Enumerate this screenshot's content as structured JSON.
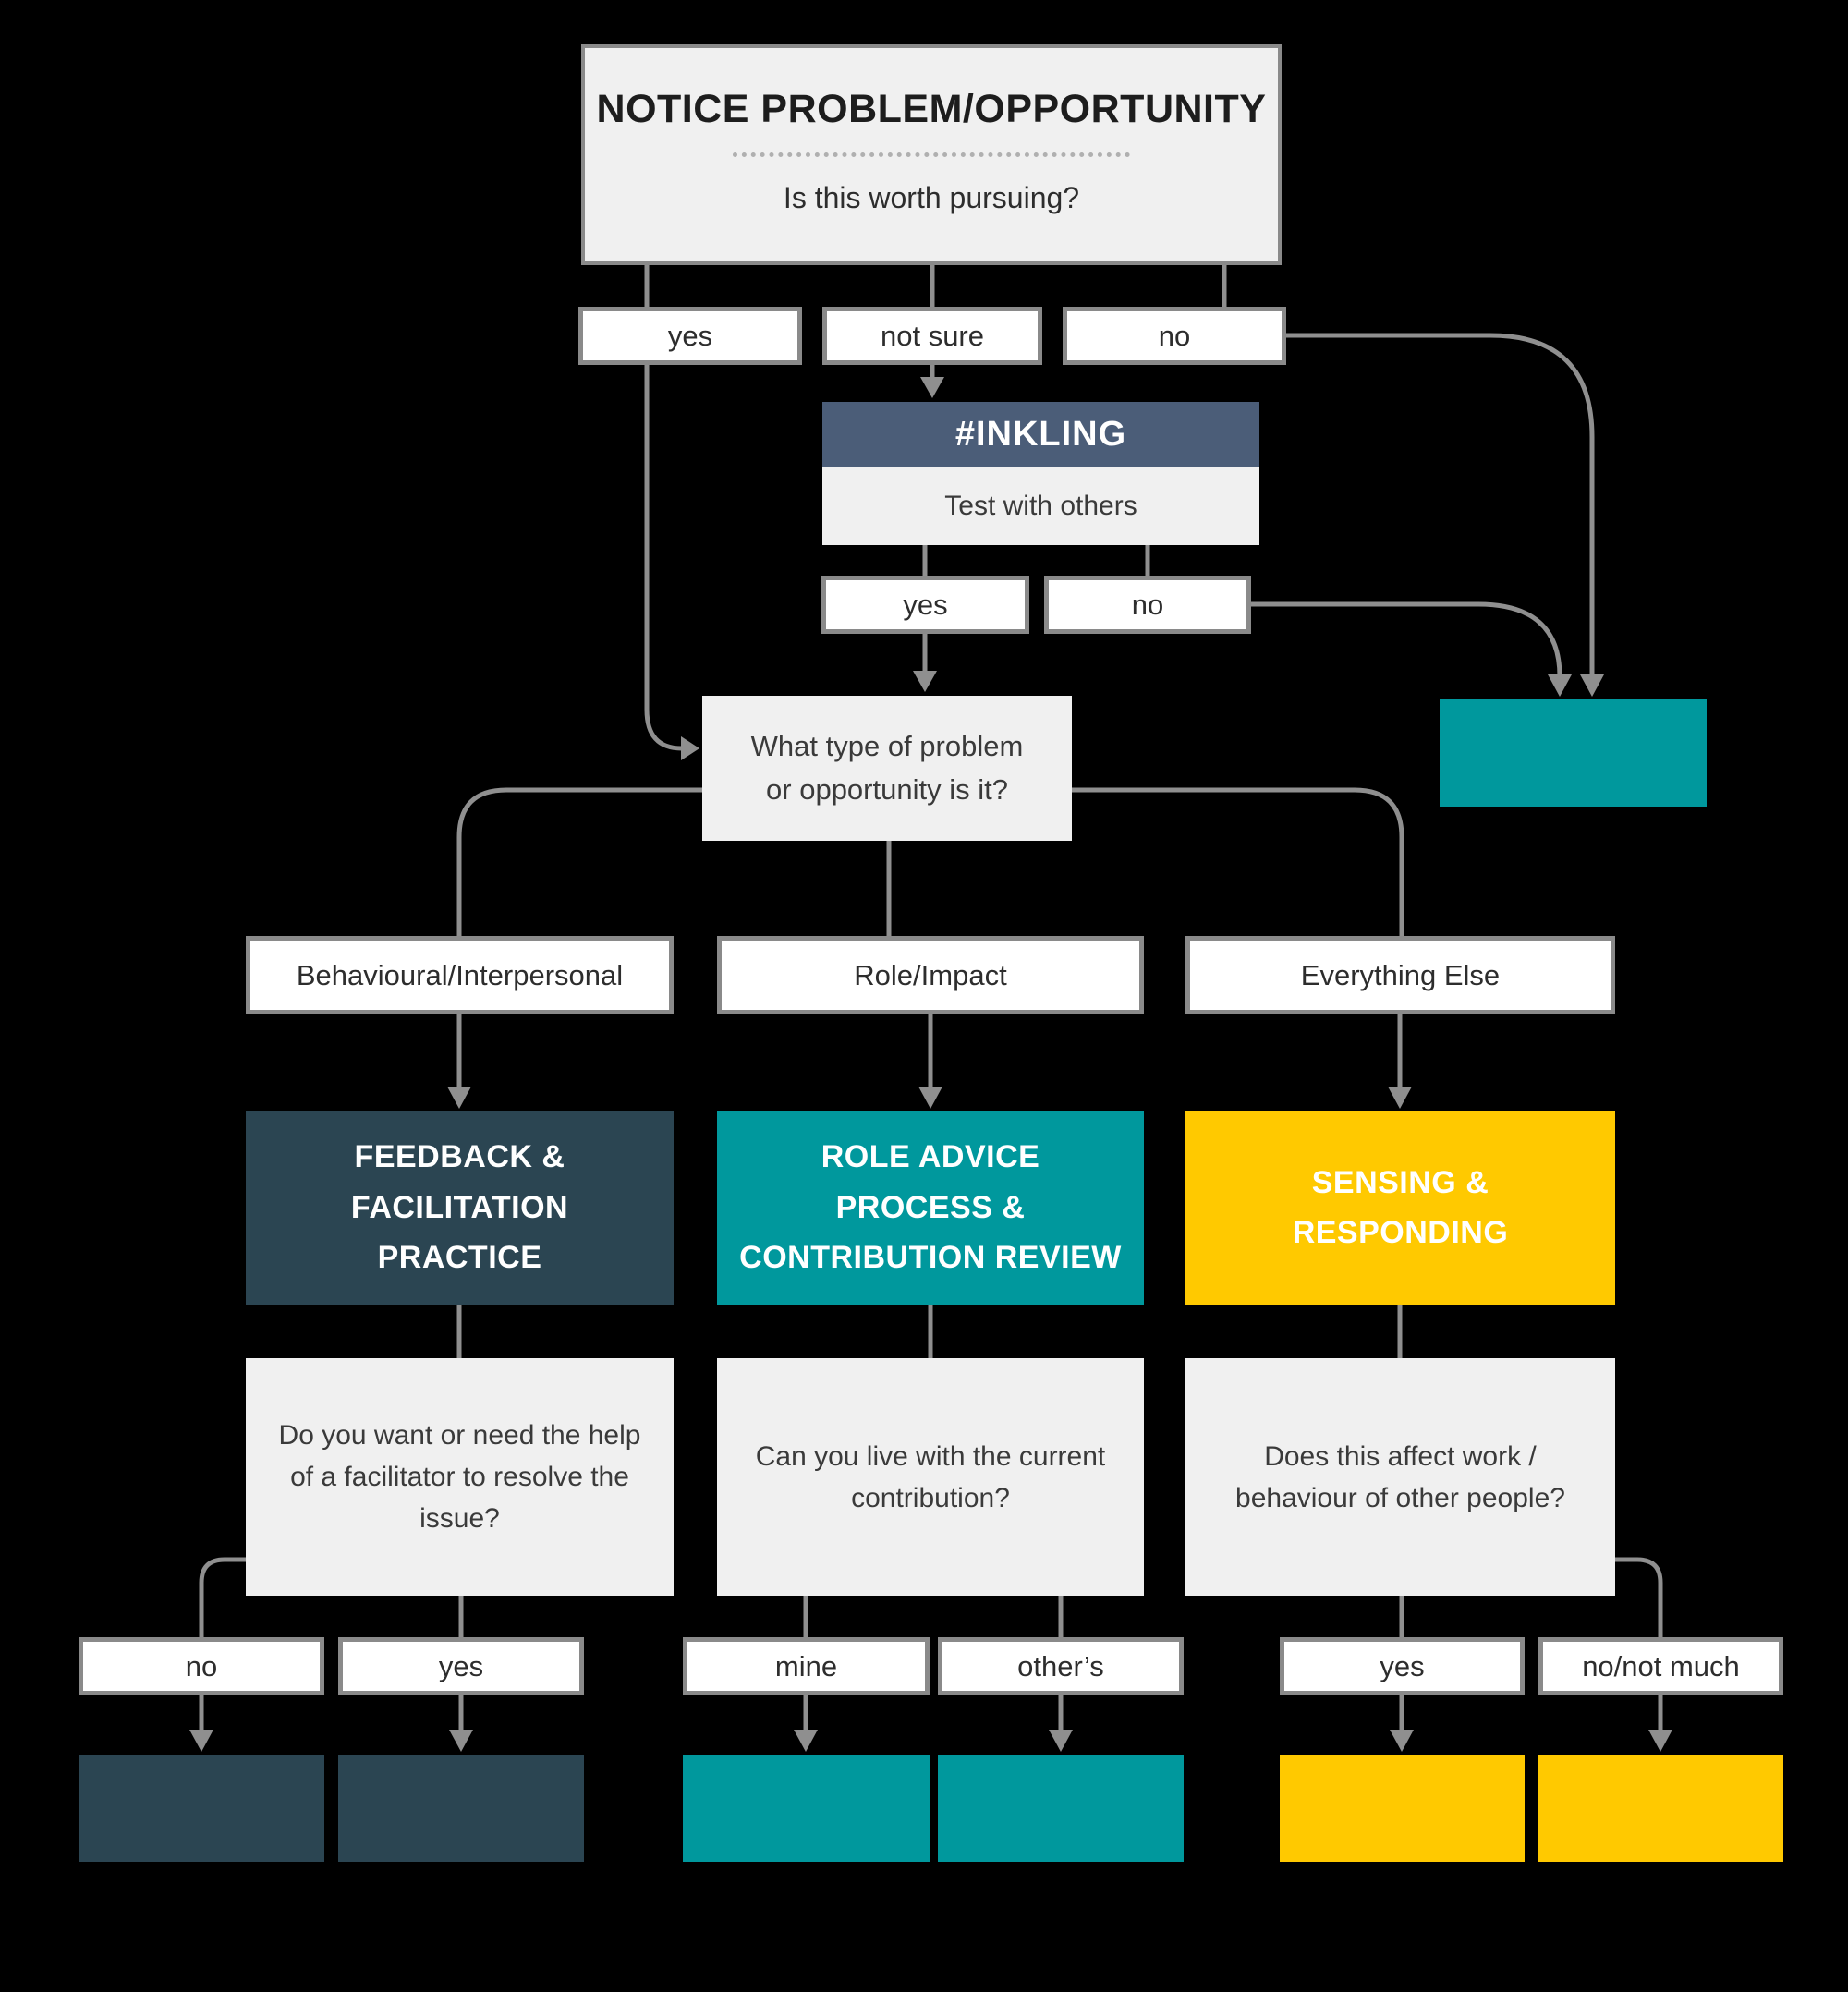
{
  "colors": {
    "bg": "#000000",
    "light": "#f0f0f0",
    "white": "#ffffff",
    "border": "#8a8a8a",
    "line": "#8f8f8f",
    "inkling": "#4b5d78",
    "slate": "#2b4552",
    "teal": "#00989d",
    "yellow": "#ffc900",
    "textdark": "#2d2d2d",
    "textwhite": "#ffffff"
  },
  "start": {
    "title": "NOTICE PROBLEM/OPPORTUNITY",
    "question": "Is this worth pursuing?"
  },
  "row1": {
    "yes": "yes",
    "not_sure": "not sure",
    "no": "no"
  },
  "inkling": {
    "title": "#INKLING",
    "subtitle": "Test with others"
  },
  "row2": {
    "yes": "yes",
    "no": "no"
  },
  "type_question": {
    "line1": "What type of problem",
    "line2": "or opportunity is it?"
  },
  "categories": {
    "behavioural": "Behavioural/Interpersonal",
    "role": "Role/Impact",
    "everything_else": "Everything Else"
  },
  "modules": {
    "feedback": {
      "line1": "FEEDBACK &",
      "line2": "FACILITATION",
      "line3": "PRACTICE"
    },
    "role_advice": {
      "line1": "ROLE ADVICE",
      "line2": "PROCESS &",
      "line3": "CONTRIBUTION REVIEW"
    },
    "sensing": {
      "line1": "SENSING &",
      "line2": "RESPONDING"
    }
  },
  "questions": {
    "facilitator": "Do you want or need the help of a facilitator to resolve the issue?",
    "contribution": "Can you live with the current contribution?",
    "affects_others": "Does this affect work / behaviour of other people?"
  },
  "final_answers": {
    "no": "no",
    "yes": "yes",
    "mine": "mine",
    "others": "other’s",
    "yes_affects": "yes",
    "no_not_much": "no/not much"
  }
}
